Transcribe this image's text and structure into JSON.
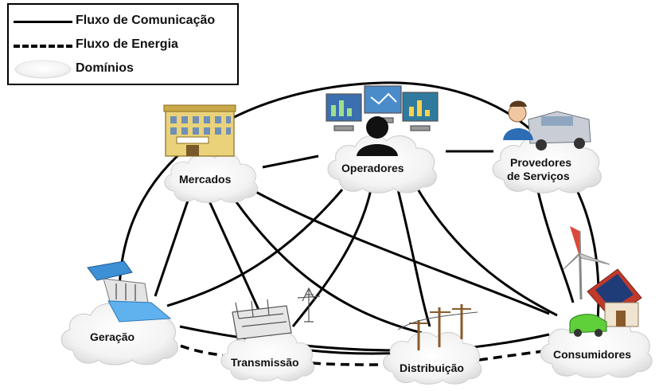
{
  "legend": {
    "communication_label": "Fluxo de Comunicação",
    "energy_label": "Fluxo de Energia",
    "domains_label": "Domínios"
  },
  "nodes": {
    "mercados": "Mercados",
    "operadores": "Operadores",
    "provedores_line1": "Provedores",
    "provedores_line2": "de Serviços",
    "geracao": "Geração",
    "transmissao": "Transmissão",
    "distribuicao": "Distribuição",
    "consumidores": "Consumidores"
  },
  "colors": {
    "line": "#000000",
    "cloud_fill": "#f2f2f2",
    "cloud_edge": "#d9d9d9"
  },
  "icons": [
    "building-icon",
    "monitors-operator-icon",
    "service-person-car-icon",
    "dam-icon",
    "substation-icon",
    "power-pole-icon",
    "house-wind-solar-car-icon"
  ]
}
